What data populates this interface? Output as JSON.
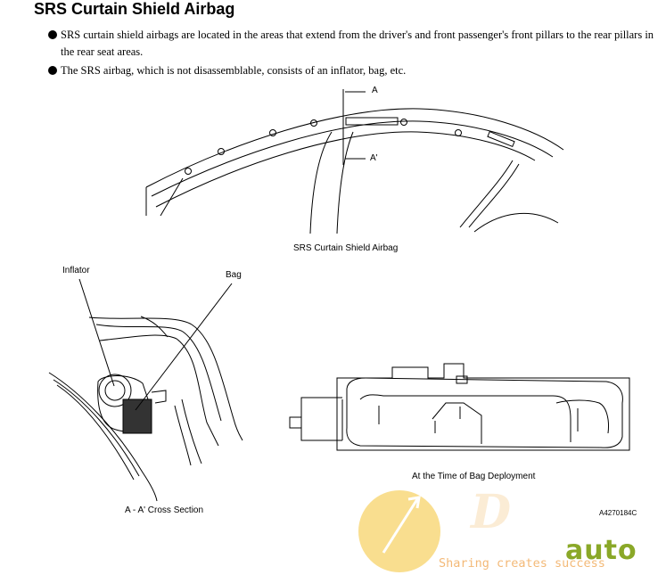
{
  "title": "SRS Curtain Shield Airbag",
  "bullets": [
    "SRS curtain shield airbags are located in the areas that extend from the driver's and front passenger's front pillars to the rear pillars in the rear seat areas.",
    "The SRS airbag, which is not disassemblable, consists of an inflator, bag, etc."
  ],
  "figure_top": {
    "caption": "SRS Curtain Shield Airbag",
    "label_a": "A",
    "label_a_prime": "A'"
  },
  "figure_section": {
    "caption": "A - A' Cross Section",
    "label_inflator": "Inflator",
    "label_bag": "Bag"
  },
  "figure_deploy": {
    "caption": "At the Time of Bag Deployment",
    "code": "A4270184C"
  },
  "watermark": {
    "brand_d": "D",
    "brand_auto": "auto",
    "tagline": "Sharing creates success",
    "colors": {
      "orange": "#f0a24a",
      "green": "#8aa828",
      "yellow": "#f7d36a"
    }
  }
}
